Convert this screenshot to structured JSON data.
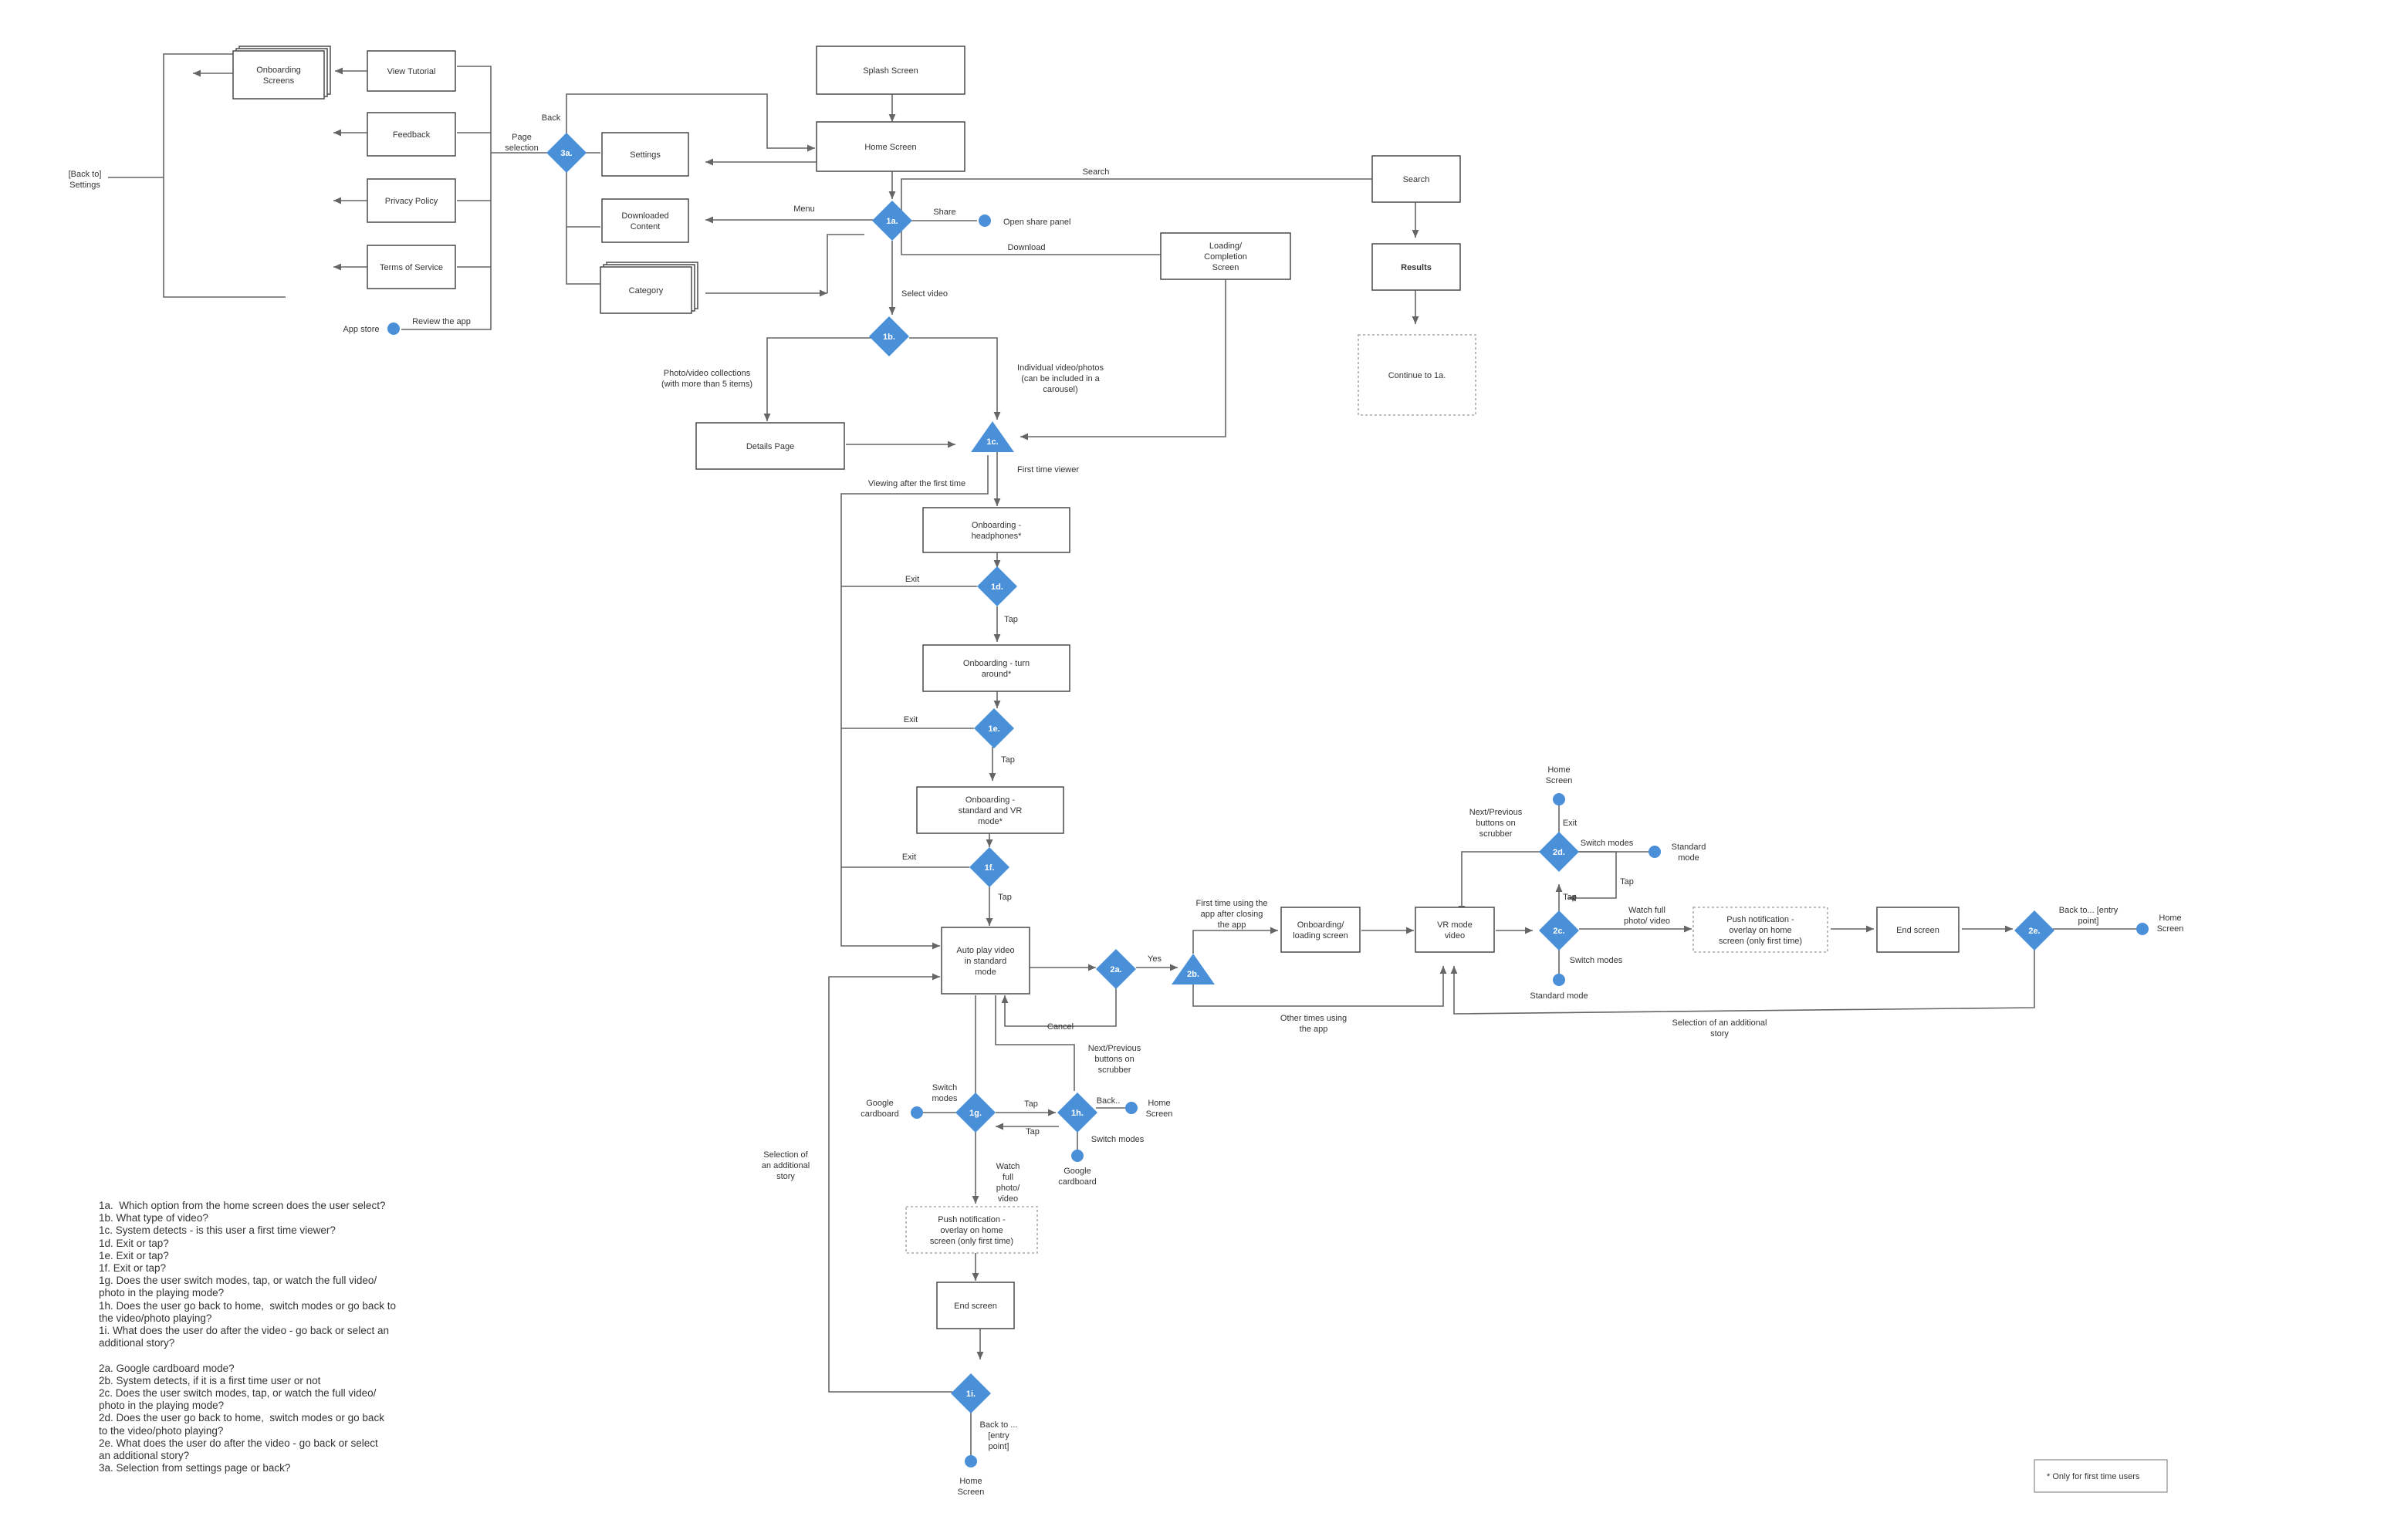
{
  "boxes": {
    "onboarding_screens": "Onboarding|Screens",
    "view_tutorial": "View Tutorial",
    "feedback": "Feedback",
    "privacy_policy": "Privacy Policy",
    "terms": "Terms of Service",
    "splash": "Splash Screen",
    "home": "Home Screen",
    "settings": "Settings",
    "downloaded": "Downloaded|Content",
    "category": "Category",
    "search": "Search",
    "results": "Results",
    "continue": "Continue to 1a.",
    "loading_completion": "Loading/|Completion|Screen",
    "details": "Details Page",
    "onb_headphones": "Onboarding -|headphones*",
    "onb_turn": "Onboarding - turn|around*",
    "onb_standard_vr": "Onboarding -|standard and VR|mode*",
    "autoplay": "Auto play video|in standard|mode",
    "push_left": "Push notification -|overlay on home|screen (only first time)",
    "end_left": "End screen",
    "onb_loading": "Onboarding/|loading screen",
    "vr_mode": "VR mode|video",
    "push_right": "Push notification -|overlay on home|screen (only first time)",
    "end_right": "End screen"
  },
  "diamonds": {
    "d3a": "3a.",
    "d1a": "1a.",
    "d1b": "1b.",
    "d1c": "1c.",
    "d1d": "1d.",
    "d1e": "1e.",
    "d1f": "1f.",
    "d2a": "2a.",
    "d2b": "2b.",
    "d1g": "1g.",
    "d1h": "1h.",
    "d1i": "1i.",
    "d2c": "2c.",
    "d2d": "2d.",
    "d2e": "2e."
  },
  "labels": {
    "back_to_settings": "[Back to]|Settings",
    "back": "Back",
    "page_selection": "Page|selection",
    "review_app": "Review the app",
    "app_store": "App store",
    "menu": "Menu",
    "search_edge": "Search",
    "share": "Share",
    "open_share": "Open share panel",
    "download": "Download",
    "select_video": "Select video",
    "collections": "Photo/video collections|(with more than 5 items)",
    "individual": "Individual video/photos|(can be included in a|carousel)",
    "first_time_viewer": "First time viewer",
    "viewing_after": "Viewing after the first time",
    "exit1": "Exit",
    "tap1": "Tap",
    "exit2": "Exit",
    "tap2": "Tap",
    "exit3": "Exit",
    "tap3": "Tap",
    "yes": "Yes",
    "first_time_using": "First time using the|app after closing|the app",
    "other_times": "Other times using|the app",
    "cancel": "Cancel",
    "next_prev_left": "Next/Previous|buttons on|scrubber",
    "switch_modes_1g": "Switch|modes",
    "google_cardboard_left": "Google|cardboard",
    "tap_1g_1h": "Tap",
    "tap_1h_1g": "Tap",
    "back_1h": "Back..",
    "home_1h": "Home|Screen",
    "switch_modes_1h": "Switch modes",
    "google_cardboard_bottom": "Google|cardboard",
    "watch_full_left": "Watch|full|photo/|video",
    "selection_additional_left": "Selection of|an additional|story",
    "back_to_entry_left": "Back to ...|[entry|point]",
    "home_bottom": "Home|Screen",
    "home_top_right": "Home|Screen",
    "exit_2d": "Exit",
    "next_prev_right": "Next/Previous|buttons on|scrubber",
    "switch_modes_2d": "Switch modes",
    "standard_mode_2d": "Standard|mode",
    "tap_2d": "Tap",
    "tap_2c": "Tap",
    "watch_full_right": "Watch full|photo/ video",
    "switch_modes_2c": "Switch modes",
    "standard_mode_2c": "Standard mode",
    "back_to_entry_right": "Back to... [entry|point]",
    "home_right": "Home|Screen",
    "selection_additional_right": "Selection of an additional|story"
  },
  "legend": "1a.  Which option from the home screen does the user select?\n1b. What type of video?\n1c. System detects - is this user a first time viewer?\n1d. Exit or tap?\n1e. Exit or tap?\n1f. Exit or tap?\n1g. Does the user switch modes, tap, or watch the full video/\nphoto in the playing mode?\n1h. Does the user go back to home,  switch modes or go back to\nthe video/photo playing?\n1i. What does the user do after the video - go back or select an\nadditional story?\n\n2a. Google cardboard mode?\n2b. System detects, if it is a first time user or not\n2c. Does the user switch modes, tap, or watch the full video/\nphoto in the playing mode?\n2d. Does the user go back to home,  switch modes or go back\nto the video/photo playing?\n2e. What does the user do after the video - go back or select\nan additional story?\n3a. Selection from settings page or back?",
  "footnote": "* Only for first time users",
  "colors": {
    "node": "#4a90d9",
    "line": "#666666",
    "box_border": "#555555"
  }
}
